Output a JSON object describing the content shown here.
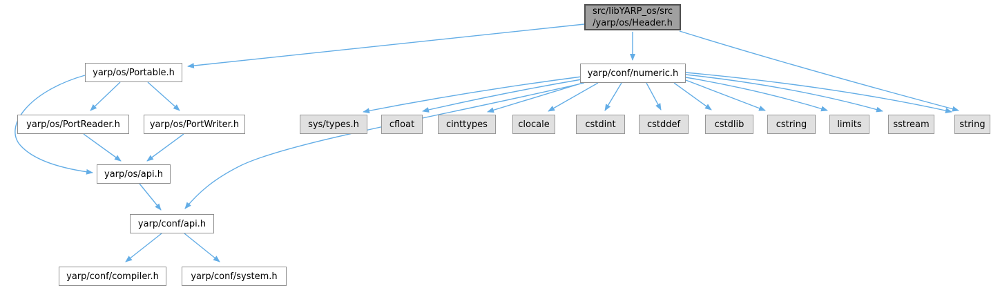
{
  "colors": {
    "edge": "#63ade6",
    "node_fill": "#ffffff",
    "node_border": "#8f8f8f",
    "leaf_fill": "#e0e0e0",
    "leaf_border": "#989898",
    "root_fill": "#a0a0a0",
    "root_border": "#4e4e4e",
    "text": "#000000",
    "background": "#ffffff"
  },
  "nodes": {
    "header": {
      "label": "src/libYARP_os/src\n/yarp/os/Header.h"
    },
    "portable": {
      "label": "yarp/os/Portable.h"
    },
    "numeric": {
      "label": "yarp/conf/numeric.h"
    },
    "portreader": {
      "label": "yarp/os/PortReader.h"
    },
    "portwriter": {
      "label": "yarp/os/PortWriter.h"
    },
    "osapi": {
      "label": "yarp/os/api.h"
    },
    "confapi": {
      "label": "yarp/conf/api.h"
    },
    "compiler": {
      "label": "yarp/conf/compiler.h"
    },
    "system": {
      "label": "yarp/conf/system.h"
    },
    "systypes": {
      "label": "sys/types.h"
    },
    "cfloat": {
      "label": "cfloat"
    },
    "cinttypes": {
      "label": "cinttypes"
    },
    "clocale": {
      "label": "clocale"
    },
    "cstdint": {
      "label": "cstdint"
    },
    "cstddef": {
      "label": "cstddef"
    },
    "cstdlib": {
      "label": "cstdlib"
    },
    "cstring": {
      "label": "cstring"
    },
    "limits": {
      "label": "limits"
    },
    "sstream": {
      "label": "sstream"
    },
    "string": {
      "label": "string"
    }
  },
  "edges": [
    {
      "from": "header",
      "to": "portable"
    },
    {
      "from": "header",
      "to": "numeric"
    },
    {
      "from": "header",
      "to": "string"
    },
    {
      "from": "portable",
      "to": "portreader"
    },
    {
      "from": "portable",
      "to": "portwriter"
    },
    {
      "from": "portable",
      "to": "osapi"
    },
    {
      "from": "portreader",
      "to": "osapi"
    },
    {
      "from": "portwriter",
      "to": "osapi"
    },
    {
      "from": "osapi",
      "to": "confapi"
    },
    {
      "from": "numeric",
      "to": "confapi"
    },
    {
      "from": "numeric",
      "to": "systypes"
    },
    {
      "from": "numeric",
      "to": "cfloat"
    },
    {
      "from": "numeric",
      "to": "cinttypes"
    },
    {
      "from": "numeric",
      "to": "clocale"
    },
    {
      "from": "numeric",
      "to": "cstdint"
    },
    {
      "from": "numeric",
      "to": "cstddef"
    },
    {
      "from": "numeric",
      "to": "cstdlib"
    },
    {
      "from": "numeric",
      "to": "cstring"
    },
    {
      "from": "numeric",
      "to": "limits"
    },
    {
      "from": "numeric",
      "to": "sstream"
    },
    {
      "from": "numeric",
      "to": "string"
    },
    {
      "from": "confapi",
      "to": "compiler"
    },
    {
      "from": "confapi",
      "to": "system"
    }
  ]
}
